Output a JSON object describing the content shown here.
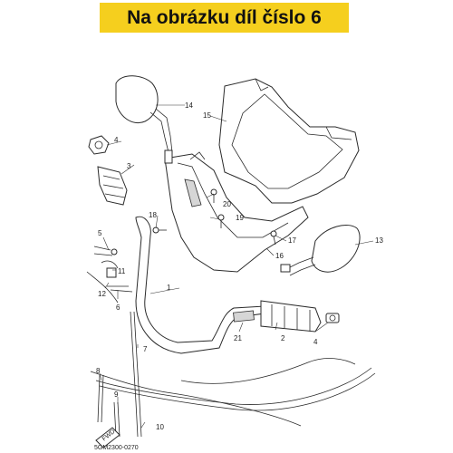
{
  "banner": {
    "text": "Na obrázku díl číslo 6"
  },
  "diagram": {
    "labels": [
      "1",
      "2",
      "3",
      "4",
      "5",
      "6",
      "7",
      "8",
      "9",
      "10",
      "11",
      "12",
      "13",
      "14",
      "15",
      "16",
      "17",
      "18",
      "19",
      "20",
      "21"
    ],
    "drawing_code": "5GM2300-0270",
    "fwd_marker": "FWD"
  }
}
